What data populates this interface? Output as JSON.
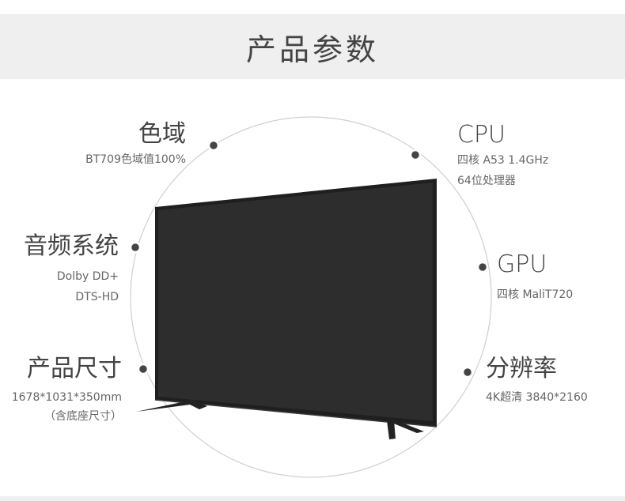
{
  "header": {
    "title": "产品参数"
  },
  "specs": {
    "color_gamut": {
      "title": "色域",
      "values": [
        "BT709色域值100%"
      ]
    },
    "audio": {
      "title": "音频系统",
      "values": [
        "Dolby DD+",
        "DTS-HD"
      ]
    },
    "size": {
      "title": "产品尺寸",
      "values": [
        "1678*1031*350mm",
        "（含底座尺寸）"
      ]
    },
    "cpu": {
      "title": "CPU",
      "values": [
        "四核 A53 1.4GHz",
        "64位处理器"
      ]
    },
    "gpu": {
      "title": "GPU",
      "values": [
        "四核 MaliT720"
      ]
    },
    "resolution": {
      "title": "分辨率",
      "values": [
        "4K超清 3840*2160"
      ]
    }
  },
  "colors": {
    "header_bg": "#efefef",
    "circle": "#cccccc",
    "dot": "#444444",
    "screen": "#2b2b2b"
  },
  "icons": [
    "tv-illustration",
    "marker-dot"
  ]
}
